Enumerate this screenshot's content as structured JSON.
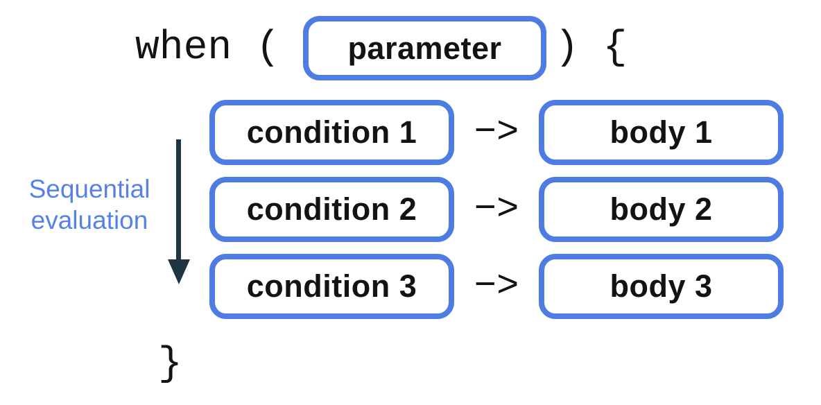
{
  "code": {
    "when_open": "when (",
    "close_paren_open_brace": ") {",
    "close_brace": "}"
  },
  "parameter_label": "parameter",
  "rows": [
    {
      "condition": "condition 1",
      "arrow": "−>",
      "body": "body 1"
    },
    {
      "condition": "condition 2",
      "arrow": "−>",
      "body": "body 2"
    },
    {
      "condition": "condition 3",
      "arrow": "−>",
      "body": "body 3"
    }
  ],
  "sequential_label": {
    "line1": "Sequential",
    "line2": "evaluation"
  },
  "colors": {
    "box_border_blue": "#4d7ce2",
    "sequential_label_blue": "#5581e9",
    "sequential_arrow_dark": "#203442",
    "code_text_black": "#131313",
    "background": "#ffffff"
  }
}
